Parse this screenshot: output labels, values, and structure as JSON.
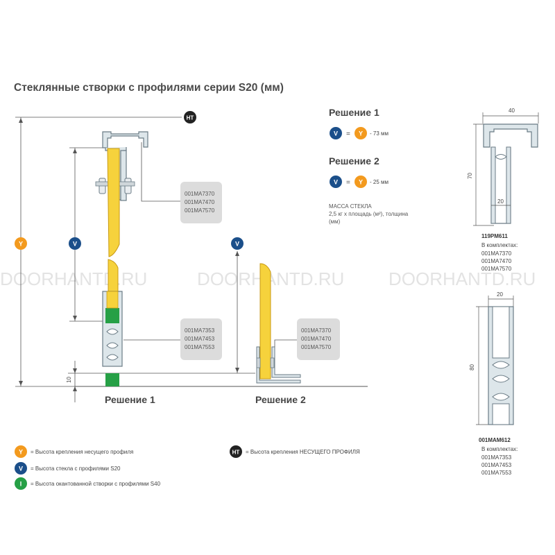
{
  "title": "Стеклянные створки с профилями серии S20 (мм)",
  "watermark": [
    "DOORHANTD.RU",
    "DOORHANTD.RU",
    "DOORHANTD.RU"
  ],
  "markers": {
    "ht": "HT",
    "y": "Y",
    "v": "V",
    "i": "I"
  },
  "solutions": {
    "s1_heading": "Решение 1",
    "s1_formula": "- 73 мм",
    "s2_heading": "Решение 2",
    "s2_formula": "- 25 мм",
    "eq": "=",
    "glass_mass": [
      "МАССА СТЕКЛА",
      "2,5 кг х площадь (м²), толщина",
      "(мм)"
    ]
  },
  "drawing": {
    "label_s1": "Решение 1",
    "label_s2": "Решение 2",
    "dim_10": "10",
    "codes_top": [
      "001MA7370",
      "001MA7470",
      "001MA7570"
    ],
    "codes_mid": [
      "001MA7353",
      "001MA7453",
      "001MA7553"
    ],
    "codes_right": [
      "001MA7370",
      "001MA7470",
      "001MA7570"
    ]
  },
  "profile_1": {
    "width": "40",
    "height": "70",
    "inner_width": "20",
    "name": "119PM611",
    "kit_label": "В комплектах:",
    "kits": [
      "001MA7370",
      "001MA7470",
      "001MA7570"
    ]
  },
  "profile_2": {
    "width": "20",
    "height": "80",
    "name": "001MAM612",
    "kit_label": "В комплектах:",
    "kits": [
      "001MA7353",
      "001MA7453",
      "001MA7553"
    ]
  },
  "legend": {
    "y": "= Высота крепления несущего профиля",
    "v": "= Высота стекла с профилями S20",
    "i": "= Высота окантованной створки с профилями S40",
    "ht": "= Высота крепления НЕСУЩЕГО ПРОФИЛЯ"
  },
  "colors": {
    "orange": "#f39a1e",
    "blue": "#1b4f8a",
    "green": "#26a046",
    "black": "#222222",
    "glass": "#f6d23c",
    "profile": "#dde6ea"
  }
}
